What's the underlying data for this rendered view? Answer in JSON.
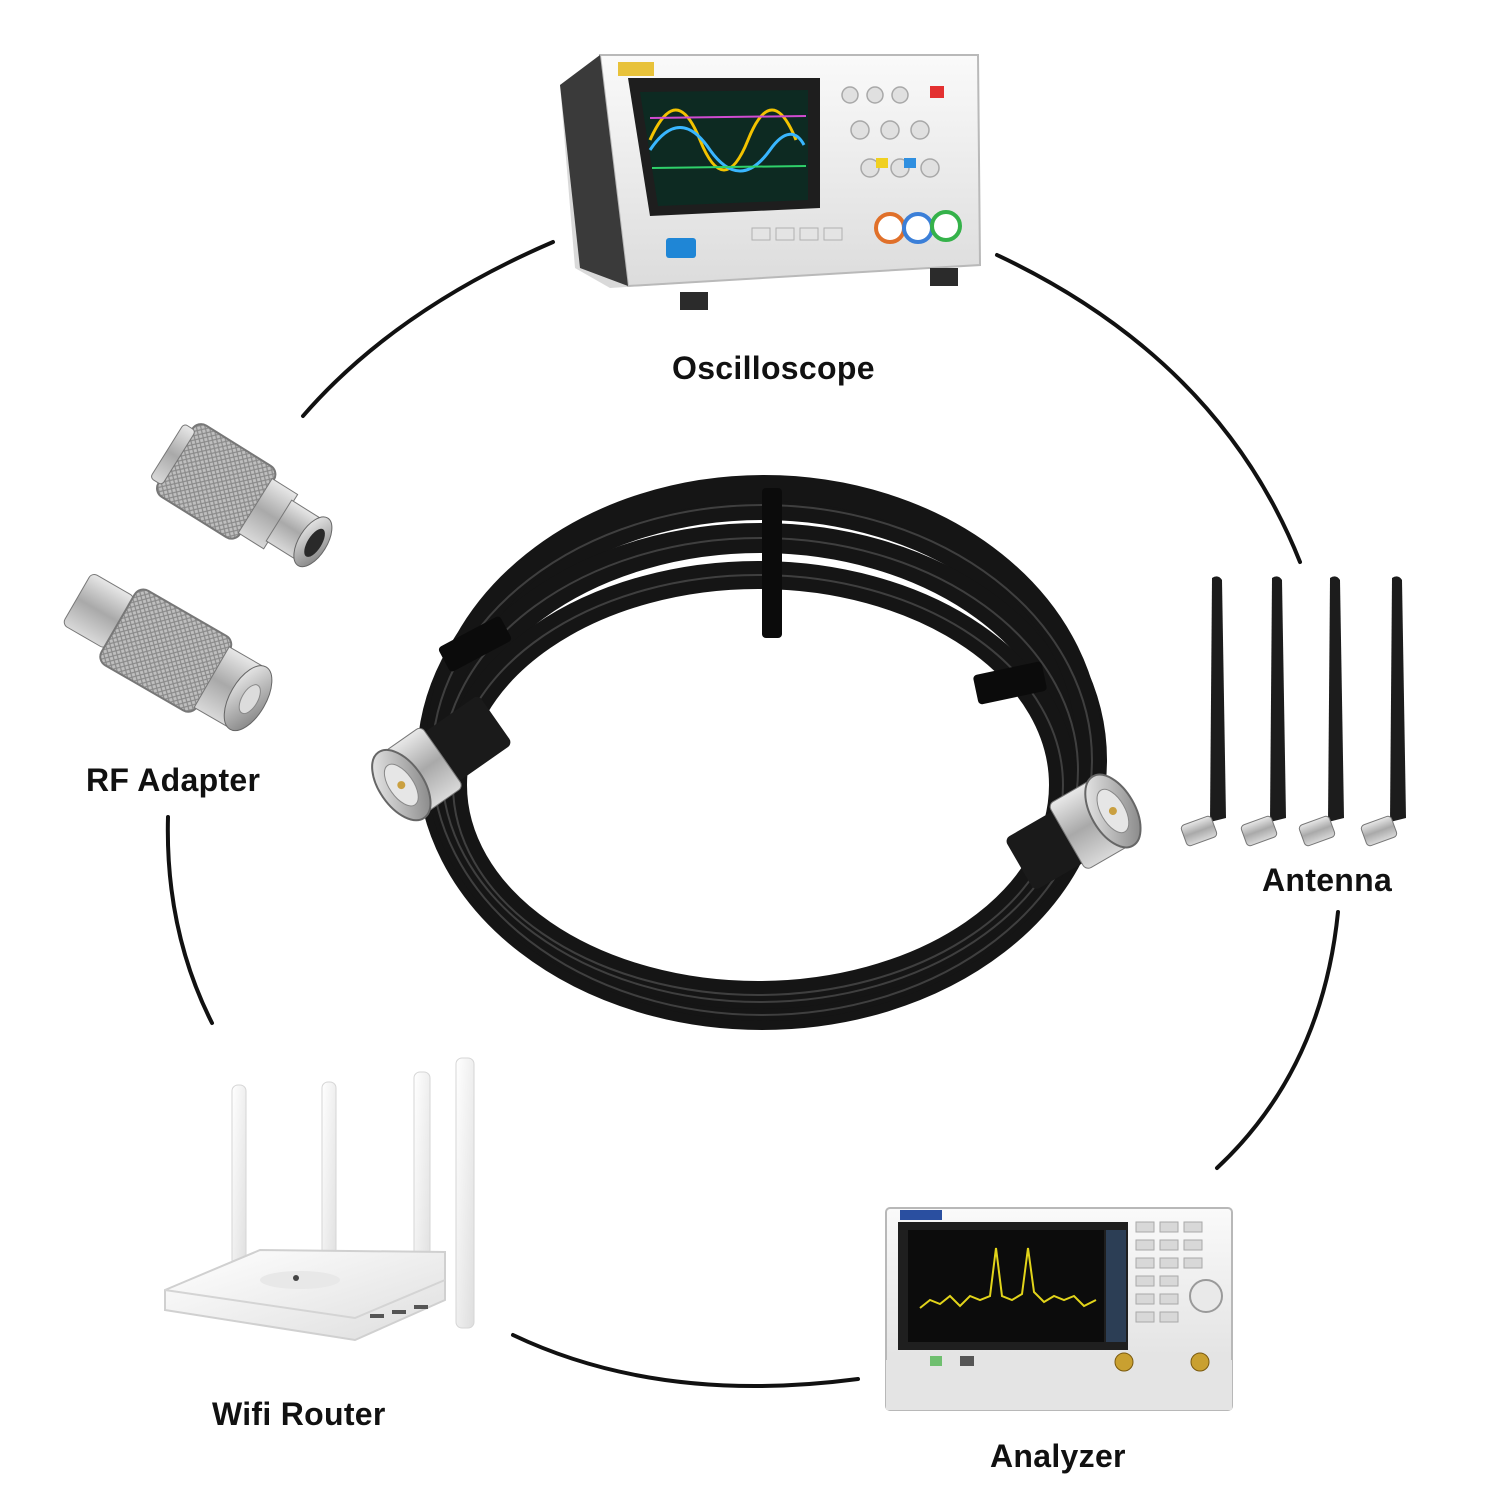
{
  "labels": {
    "oscilloscope": "Oscilloscope",
    "rf_adapter": "RF Adapter",
    "antenna": "Antenna",
    "wifi_router": "Wifi Router",
    "analyzer": "Analyzer"
  },
  "colors": {
    "background": "#ffffff",
    "connector_line": "#111111",
    "cable": "#151515",
    "metal": "#c8c8c8",
    "device_body": "#efefef",
    "screen": "#1b1b1b",
    "label_text": "#111111"
  },
  "icons": [
    "oscilloscope-image",
    "rf-adapter-image",
    "antenna-image",
    "wifi-router-image",
    "spectrum-analyzer-image",
    "coax-cable-image"
  ]
}
